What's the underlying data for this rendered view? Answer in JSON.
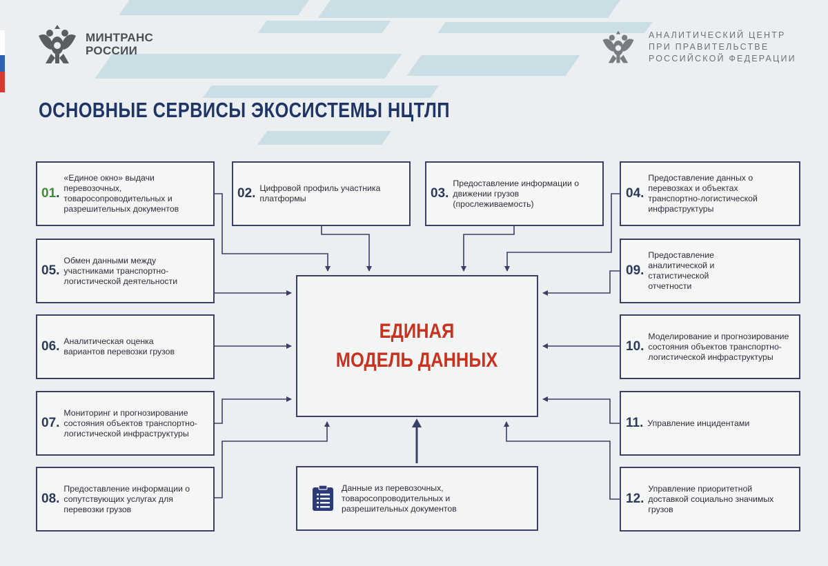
{
  "header": {
    "left_logo": {
      "line1": "МИНТРАНС",
      "line2": "РОССИИ",
      "emblem": "double-headed-eagle-icon"
    },
    "right_logo": {
      "line1": "АНАЛИТИЧЕСКИЙ ЦЕНТР",
      "line2": "ПРИ ПРАВИТЕЛЬСТВЕ",
      "line3": "РОССИЙСКОЙ ФЕДЕРАЦИИ",
      "emblem": "double-headed-eagle-icon"
    }
  },
  "title": "ОСНОВНЫЕ СЕРВИСЫ ЭКОСИСТЕМЫ НЦТЛП",
  "center": {
    "line1": "ЕДИНАЯ",
    "line2": "МОДЕЛЬ ДАННЫХ"
  },
  "services": [
    {
      "num": "01",
      "text": "«Единое окно» выдачи перевозочных, товаросопроводительных и разрешительных документов"
    },
    {
      "num": "02",
      "text": "Цифровой профиль участника платформы"
    },
    {
      "num": "03",
      "text": "Предоставление информации о движении грузов (прослеживаемость)"
    },
    {
      "num": "04",
      "text": "Предоставление данных о перевозках и объектах транспортно-логистической инфраструктуры"
    },
    {
      "num": "05",
      "text": "Обмен данными между участниками транспортно-логистической деятельности"
    },
    {
      "num": "06",
      "text": "Аналитическая оценка вариантов перевозки грузов"
    },
    {
      "num": "07",
      "text": "Мониторинг и прогнозирование состояния объектов транспортно-логистической инфраструктуры"
    },
    {
      "num": "08",
      "text": "Предоставление информации о сопутствующих услугах для перевозки грузов"
    },
    {
      "num": "09",
      "text": "Предоставление аналитической и статистической отчетности"
    },
    {
      "num": "10",
      "text": "Моделирование и прогнозирование состояния объектов транспортно-логистической инфраструктуры"
    },
    {
      "num": "11",
      "text": "Управление инцидентами"
    },
    {
      "num": "12",
      "text": "Управление приоритетной доставкой социально значимых грузов"
    }
  ],
  "bottom": {
    "text": "Данные из перевозочных, товаросопроводительных и разрешительных документов",
    "icon": "document-clipboard-icon"
  },
  "colors": {
    "box_border": "#3a3f66",
    "title": "#1e3566",
    "center_text": "#c8321f",
    "digit_accent": "#3f8a3a",
    "flag_white": "#ffffff",
    "flag_blue": "#2f5fb0",
    "flag_red": "#d53a2f"
  }
}
